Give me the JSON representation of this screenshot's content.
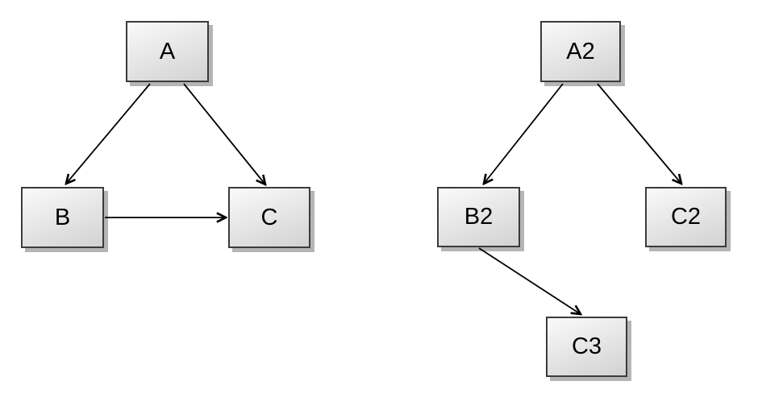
{
  "diagram_left": {
    "nodes": [
      {
        "id": "A",
        "label": "A"
      },
      {
        "id": "B",
        "label": "B"
      },
      {
        "id": "C",
        "label": "C"
      }
    ],
    "edges": [
      {
        "from": "A",
        "to": "B"
      },
      {
        "from": "A",
        "to": "C"
      },
      {
        "from": "B",
        "to": "C"
      }
    ]
  },
  "diagram_right": {
    "nodes": [
      {
        "id": "A2",
        "label": "A2"
      },
      {
        "id": "B2",
        "label": "B2"
      },
      {
        "id": "C2",
        "label": "C2"
      },
      {
        "id": "C3",
        "label": "C3"
      }
    ],
    "edges": [
      {
        "from": "A2",
        "to": "B2"
      },
      {
        "from": "A2",
        "to": "C2"
      },
      {
        "from": "B2",
        "to": "C3"
      }
    ]
  },
  "colors": {
    "background": "#ffffff",
    "node_fill_top": "#fafafa",
    "node_fill_bottom": "#d2d2d2",
    "node_border": "#3b3b3b",
    "node_shadow": "#b5b5b5",
    "edge": "#000000",
    "label": "#000000"
  }
}
